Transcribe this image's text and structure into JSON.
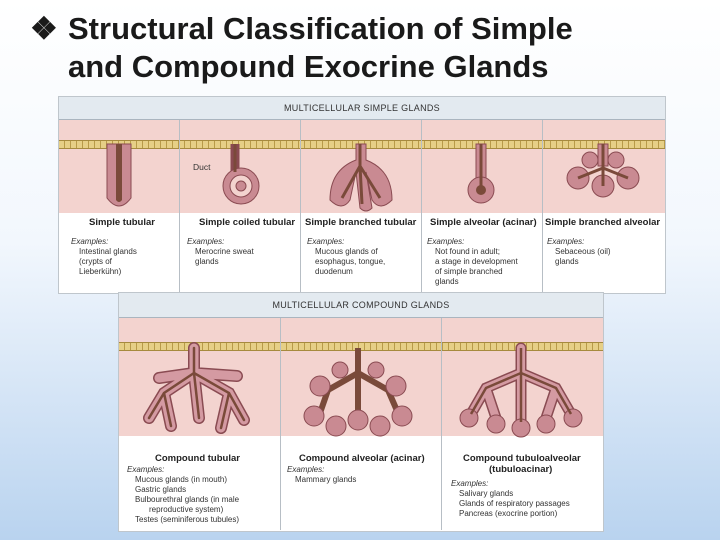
{
  "slide": {
    "bullet_glyph": "❖",
    "title_line1": "Structural Classification of Simple",
    "title_line2": "and Compound Exocrine Glands"
  },
  "simple": {
    "header": "MULTICELLULAR SIMPLE GLANDS",
    "duct_label": "Duct",
    "examples_label": "Examples:",
    "glands": [
      {
        "name": "Simple tubular",
        "examples": [
          "Intestinal glands",
          "(crypts of",
          "Lieberkühn)"
        ]
      },
      {
        "name": "Simple coiled tubular",
        "examples": [
          "Merocrine sweat",
          "glands"
        ]
      },
      {
        "name": "Simple branched tubular",
        "examples": [
          "Mucous glands of",
          "esophagus, tongue,",
          "duodenum"
        ]
      },
      {
        "name": "Simple alveolar (acinar)",
        "examples": [
          "Not found in adult;",
          "a stage in development",
          "of simple branched",
          "glands"
        ]
      },
      {
        "name": "Simple branched alveolar",
        "examples": [
          "Sebaceous (oil)",
          "glands"
        ]
      }
    ]
  },
  "compound": {
    "header": "MULTICELLULAR COMPOUND GLANDS",
    "examples_label": "Examples:",
    "glands": [
      {
        "name": "Compound tubular",
        "name2": "",
        "examples": [
          "Mucous glands (in mouth)",
          "Gastric glands",
          "Bulbourethral glands (in male",
          "reproductive system)",
          "Testes (seminiferous tubules)"
        ]
      },
      {
        "name": "Compound alveolar (acinar)",
        "name2": "",
        "examples": [
          "Mammary glands"
        ]
      },
      {
        "name": "Compound tubuloalveolar",
        "name2": "(tubuloacinar)",
        "examples": [
          "Salivary glands",
          "Glands of respiratory passages",
          "Pancreas (exocrine portion)"
        ]
      }
    ]
  },
  "colors": {
    "tissue": "#f3d3cf",
    "epithelium": "#e6cf86",
    "gland_wall": "#c98a92",
    "lumen": "#7a4a3a"
  }
}
